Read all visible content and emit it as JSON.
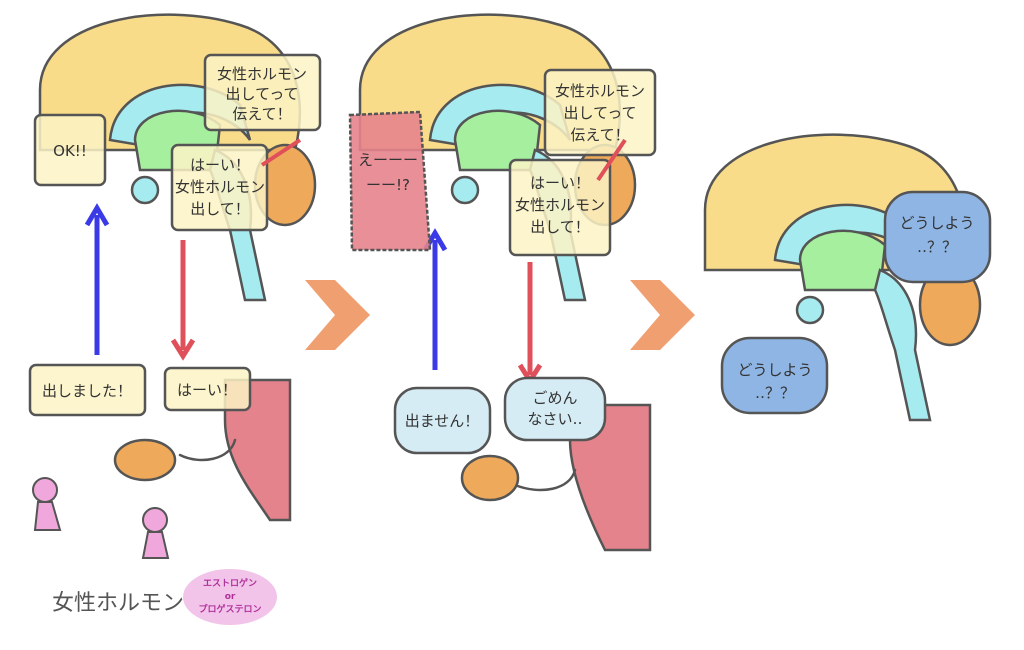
{
  "panels": [
    {
      "request_bubble": [
        "女性ホルモン",
        "出してって",
        "伝えて！"
      ],
      "ok_bubble": [
        "OK!!"
      ],
      "reply_bubble": [
        "はーい！",
        "女性ホルモン",
        "出して！"
      ],
      "released_bubble": [
        "出しました！"
      ],
      "ovary_bubble": [
        "はーい！"
      ],
      "hormone_label": "女性ホルモン",
      "hormone_types": [
        "エストロゲン",
        "or",
        "プロゲステロン"
      ]
    },
    {
      "request_bubble": [
        "女性ホルモン",
        "出してって",
        "伝えて！"
      ],
      "surprise_bubble": [
        "えーーー",
        "ーー!?"
      ],
      "reply_bubble": [
        "はーい！",
        "女性ホルモン",
        "出して！"
      ],
      "fail_bubble": [
        "出ません！"
      ],
      "sorry_bubble": [
        "ごめん",
        "なさい‥"
      ]
    },
    {
      "worry_bubble_top": [
        "どうしよう",
        "‥？？"
      ],
      "worry_bubble_bottom": [
        "どうしよう",
        "‥？？"
      ]
    }
  ],
  "colors": {
    "cerebrum": "#f8dc8a",
    "limbic": "#a6ebf0",
    "hypothalamus": "#a6ef9e",
    "cerebellum": "#eeaa5a",
    "uterus": "#e5838c",
    "arrow_up": "#3a3ae6",
    "arrow_down": "#e0505a",
    "next_arrow": "#f0a070"
  }
}
